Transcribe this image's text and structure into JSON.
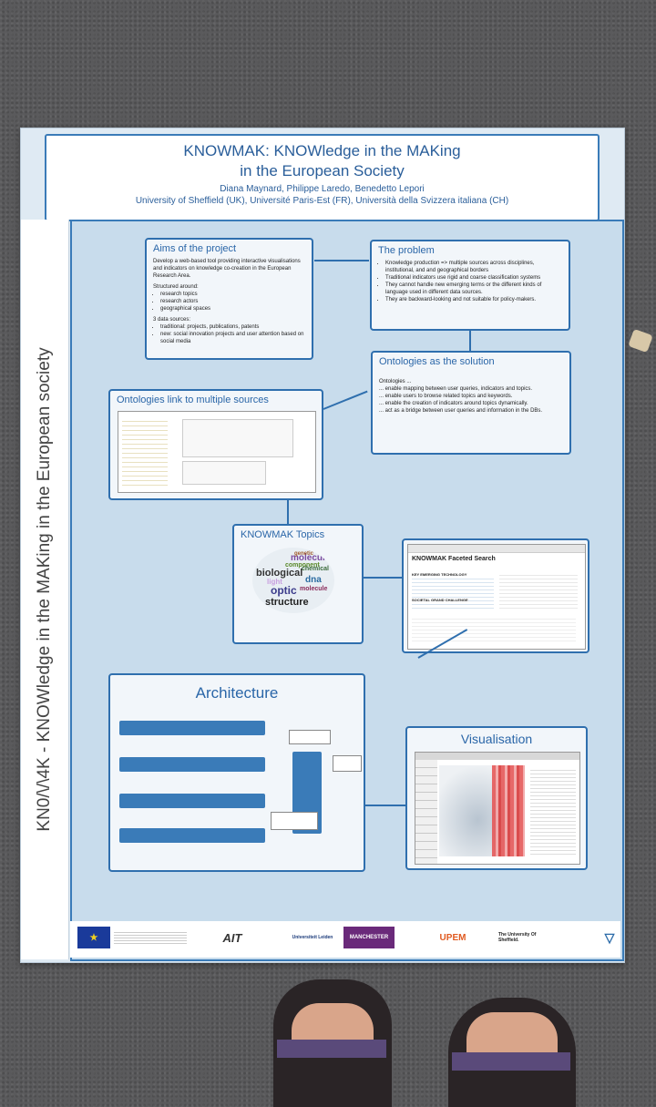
{
  "header": {
    "title_line1": "KNOWMAK: KNOWledge in the MAKing",
    "title_line2": "in the European Society",
    "authors": "Diana Maynard, Philippe Laredo, Benedetto Lepori",
    "affiliations": "University of Sheffield (UK), Université Paris-Est (FR), Università della Svizzera italiana (CH)"
  },
  "sidebar": {
    "text": "KN0/\\/\\4K - KNOWledge in the MAKing in the European society"
  },
  "aims": {
    "title": "Aims of the project",
    "p1": "Develop a web-based tool providing interactive visualisations and indicators on knowledge co-creation in the European Research Area.",
    "p2": "Structured around:",
    "items": [
      "research topics",
      "research actors",
      "geographical spaces"
    ],
    "p3": "3 data sources:",
    "sources": [
      "traditional: projects, publications, patents",
      "new: social innovation projects and user attention based on social media"
    ]
  },
  "problem": {
    "title": "The problem",
    "items": [
      "Knowledge production => multiple sources across disciplines, institutional, and and geographical borders",
      "Traditional indicators use rigid and coarse classification systems",
      "They cannot handle new emerging terms or the different kinds of language used in different data sources.",
      "They are backward-looking and not suitable for policy-makers."
    ]
  },
  "ontologies_solution": {
    "title": "Ontologies as the solution",
    "intro": "Ontologies ...",
    "items": [
      "... enable mapping between user queries, indicators and topics.",
      "... enable users to browse related topics and keywords.",
      "... enable the creation of indicators around topics dynamically.",
      "... act as a bridge between user queries and information in the DBs."
    ]
  },
  "ontologies_link": {
    "title": "Ontologies link to multiple sources"
  },
  "topics": {
    "title": "KNOWMAK Topics",
    "words": [
      "biological",
      "molecular",
      "chemical",
      "dna",
      "optic",
      "structure",
      "genetic",
      "light",
      "component",
      "molecule"
    ]
  },
  "faceted": {
    "title": "KNOWMAK Faceted Search",
    "headers": [
      "KEY EMERGING TECHNOLOGY",
      "SOCIETAL GRAND CHALLENGE"
    ]
  },
  "architecture": {
    "title": "Architecture"
  },
  "visualisation": {
    "title": "Visualisation"
  },
  "footer": {
    "logos": [
      "AIT",
      "Universiteit Leiden",
      "MANCHESTER",
      "UPEM",
      "The University Of Sheffield."
    ]
  },
  "colors": {
    "accent": "#2f6fae",
    "poster_bg": "#c8dcec"
  }
}
